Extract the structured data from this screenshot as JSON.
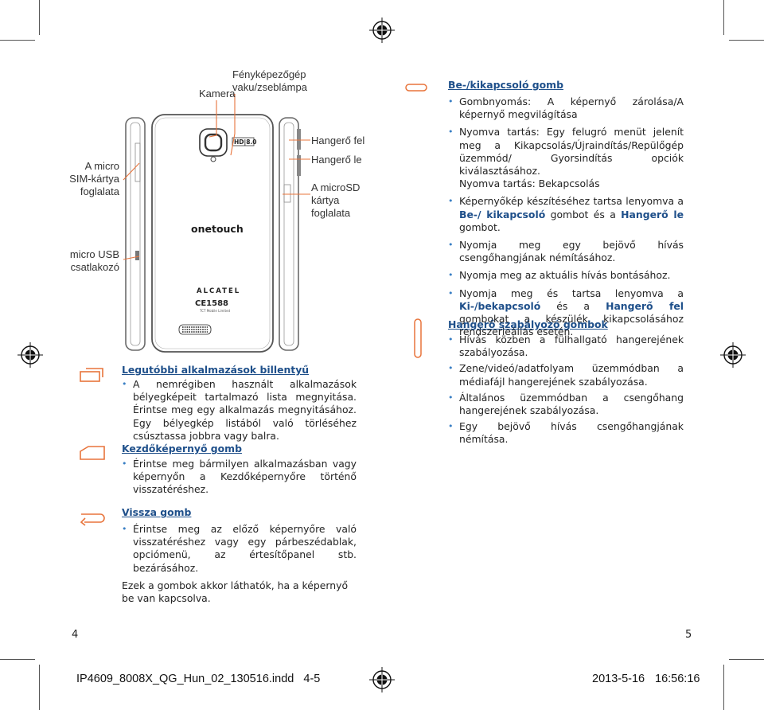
{
  "callouts": {
    "camera": "Kamera",
    "flash_line1": "Fényképezőgép",
    "flash_line2": "vaku/zseblámpa",
    "sim_line1": "A micro",
    "sim_line2": "SIM-kártya",
    "sim_line3": "foglalata",
    "usb_line1": "micro USB",
    "usb_line2": "csatlakozó",
    "vol_up": "Hangerő fel",
    "vol_down": "Hangerő le",
    "microsd_line1": "A microSD",
    "microsd_line2": "kártya",
    "microsd_line3": "foglalata"
  },
  "phone": {
    "brand_logo": "onetouch",
    "maker": "ALCATEL",
    "cert": "CE1588",
    "cam_label": "HD|8.0"
  },
  "recent_apps": {
    "icon": "recent-apps-icon",
    "title": "Legutóbbi alkalmazások billentyű",
    "bullet": "A nemrégiben használt alkalmazások bélyegképeit tartalmazó lista megnyitása. Érintse meg egy alkalmazás megnyitásához. Egy bélyegkép listából való törléséhez csúsztassa jobbra vagy balra."
  },
  "home": {
    "icon": "home-icon",
    "title": "Kezdőképernyő gomb",
    "bullet": "Érintse meg bármilyen alkalmazásban vagy képernyőn a Kezdőképernyőre történő visszatéréshez."
  },
  "back": {
    "icon": "back-icon",
    "title": "Vissza gomb",
    "bullet": "Érintse meg az előző képernyőre való visszatéréshez vagy egy párbeszédablak, opciómenü, az értesítőpanel stb. bezárásához.",
    "note": "Ezek a gombok akkor láthatók, ha a képernyő be van kapcsolva."
  },
  "power": {
    "icon": "power-key-icon",
    "title": "Be-/kikapcsoló gomb",
    "b1": "Gombnyomás: A képernyő zárolása/A képernyő megvilágítása",
    "b2_l1": "Nyomva tartás: Egy felugró menüt jelenít meg a Kikapcsolás/Újraindítás/Repülőgép üzemmód/ Gyorsindítás opciók kiválasztásához.",
    "b2_l2": "Nyomva tartás: Bekapcsolás",
    "b3_a": "Képernyőkép készítéséhez tartsa lenyomva a ",
    "b3_bold1": "Be-/ kikapcsoló",
    "b3_b": " gombot és a ",
    "b3_bold2": "Hangerő le",
    "b3_c": " gombot.",
    "b4": "Nyomja meg egy bejövő hívás csengőhangjának némításához.",
    "b5": "Nyomja meg az aktuális hívás bontásához.",
    "b6_a": "Nyomja meg és tartsa lenyomva a ",
    "b6_bold1": "Ki-/bekapcsoló",
    "b6_b": " és a ",
    "b6_bold2": "Hangerő fel",
    "b6_c": " gombokat a készülék kikapcsolásához rendszerleállás esetén."
  },
  "volume": {
    "icon": "volume-key-icon",
    "title": "Hangerő szabályozó gombok",
    "b1": "Hívás közben a fülhallgató hangerejének szabályozása.",
    "b2": "Zene/videó/adatfolyam üzemmódban a médiafájl hangerejének szabályozása.",
    "b3": "Általános üzemmódban a csengőhang hangerejének szabályozása.",
    "b4": "Egy bejövő hívás csengőhangjának némítása."
  },
  "footer": {
    "page_left": "4",
    "page_right": "5",
    "slug_file": "IP4609_8008X_QG_Hun_02_130516.indd   4-5",
    "slug_date": "2013-5-16",
    "slug_time": "16:56:16"
  },
  "colors": {
    "accent": "#1e4f8a",
    "bullet": "#3a7fc4",
    "callout_line": "#e8743b"
  }
}
